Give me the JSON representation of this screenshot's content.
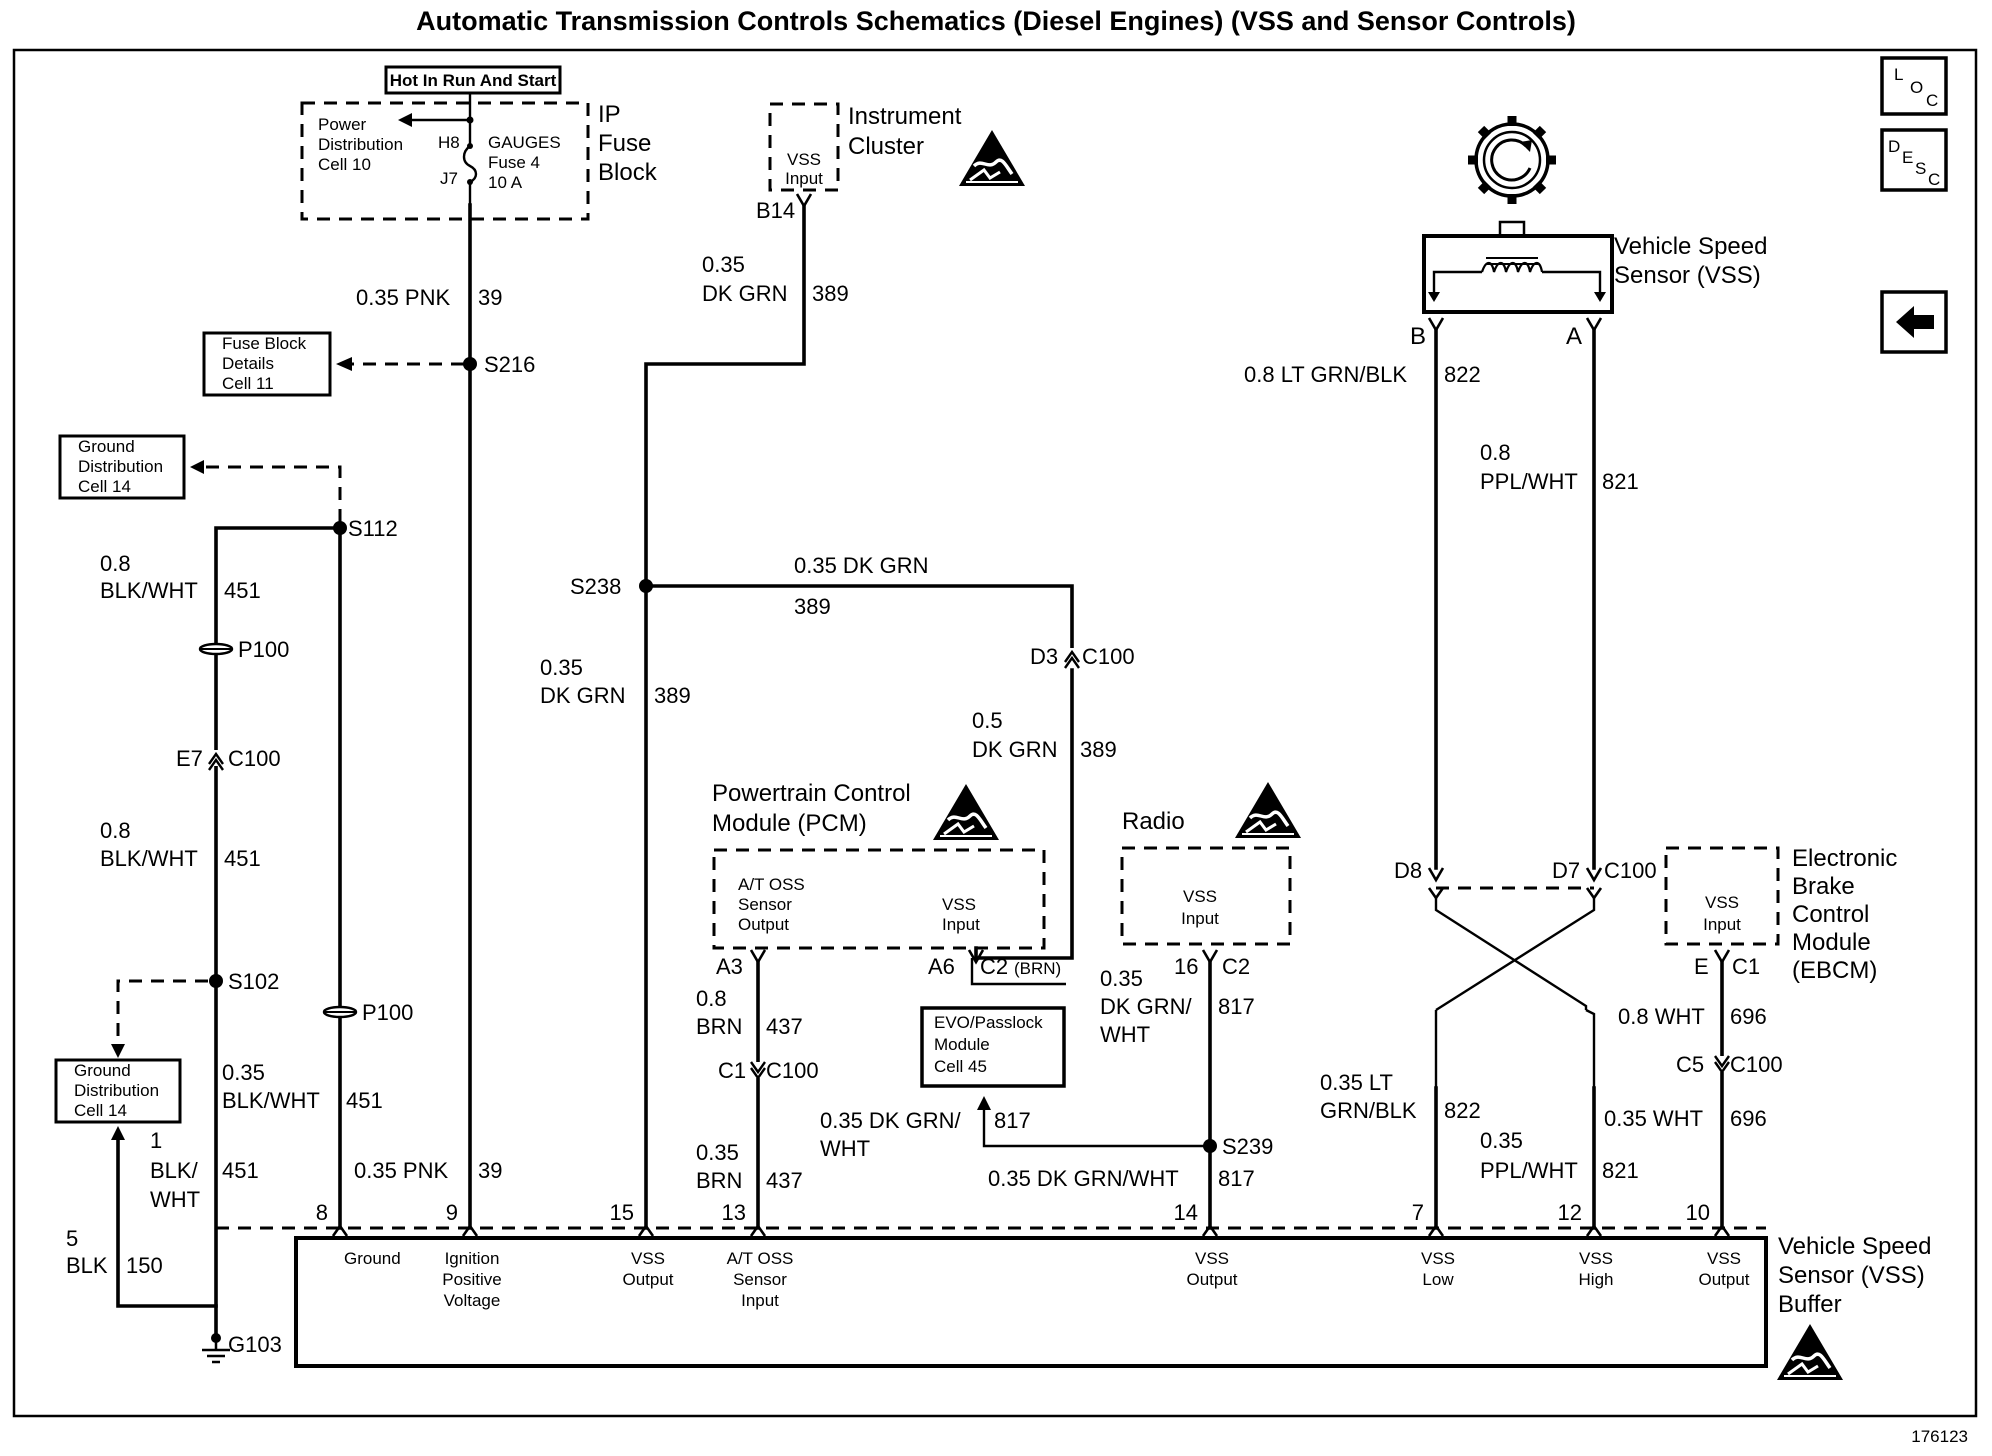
{
  "title": "Automatic Transmission Controls Schematics (Diesel Engines) (VSS and Sensor Controls)",
  "figure_number": "176123",
  "nav": {
    "loc_letters": [
      "L",
      "O",
      "C"
    ],
    "desc_letters": [
      "D",
      "E",
      "S",
      "C"
    ],
    "back_icon": "left-arrow-icon"
  },
  "fuse_block": {
    "hot_label": "Hot In Run And Start",
    "power_dist": [
      "Power",
      "Distribution",
      "Cell 10"
    ],
    "h8": "H8",
    "j7": "J7",
    "fuse": [
      "GAUGES",
      "Fuse 4",
      "10 A"
    ],
    "name": [
      "IP",
      "Fuse",
      "Block"
    ]
  },
  "cluster": {
    "inside": [
      "VSS",
      "Input"
    ],
    "name": [
      "Instrument",
      "Cluster"
    ],
    "pin": "B14"
  },
  "vss_sensor": {
    "name": [
      "Vehicle Speed",
      "Sensor (VSS)"
    ],
    "pin_b": "B",
    "pin_a": "A"
  },
  "refs": {
    "fuse_details": [
      "Fuse Block",
      "Details",
      "Cell 11"
    ],
    "ground_dist_top": [
      "Ground",
      "Distribution",
      "Cell 14"
    ],
    "ground_dist_bottom": [
      "Ground",
      "Distribution",
      "Cell 14"
    ],
    "evo": [
      "EVO/Passlock",
      "Module",
      "Cell 45"
    ]
  },
  "splices": {
    "s216": "S216",
    "s112": "S112",
    "s102": "S102",
    "s238": "S238",
    "s239": "S239"
  },
  "connectors": {
    "p100_top": "P100",
    "p100_bottom": "P100",
    "e7": "E7",
    "c100_e7": "C100",
    "d3": "D3",
    "c100_d3": "C100",
    "c1": "C1",
    "c100_c1": "C100",
    "d8": "D8",
    "d7": "D7",
    "c100_d7": "C100",
    "e": "E",
    "c1_e": "C1",
    "c5": "C5",
    "c100_c5": "C100",
    "c2_radio": "C2",
    "pin16": "16",
    "a3": "A3",
    "a6": "A6",
    "c2_pcm": "C2",
    "brn_tag": "(BRN)"
  },
  "ground": {
    "name": "G103"
  },
  "pcm": {
    "name": [
      "Powertrain Control",
      "Module (PCM)"
    ],
    "oss": [
      "A/T OSS",
      "Sensor",
      "Output"
    ],
    "vss": [
      "VSS",
      "Input"
    ]
  },
  "radio": {
    "name": "Radio",
    "inside": [
      "VSS",
      "Input"
    ]
  },
  "ebcm": {
    "name": [
      "Electronic",
      "Brake",
      "Control",
      "Module",
      "(EBCM)"
    ],
    "inside": [
      "VSS",
      "Input"
    ]
  },
  "wires": {
    "pnk_top": {
      "gauge": "0.35 PNK",
      "circuit": "39"
    },
    "pnk_bottom": {
      "gauge": "0.35 PNK",
      "circuit": "39"
    },
    "dkgrn_cluster": {
      "gauge": [
        "0.35",
        "DK GRN"
      ],
      "circuit": "389"
    },
    "dkgrn_horiz": {
      "gauge": "0.35 DK GRN",
      "circuit": "389"
    },
    "dkgrn_s238": {
      "gauge": [
        "0.35",
        "DK GRN"
      ],
      "circuit": "389"
    },
    "dkgrn_pcm": {
      "gauge": [
        "0.5",
        "DK GRN"
      ],
      "circuit": "389"
    },
    "blkwht_1": {
      "gauge": [
        "0.8",
        "BLK/WHT"
      ],
      "circuit": "451"
    },
    "blkwht_2": {
      "gauge": [
        "0.8",
        "BLK/WHT"
      ],
      "circuit": "451"
    },
    "blkwht_3": {
      "gauge": [
        "0.35",
        "BLK/WHT"
      ],
      "circuit": "451"
    },
    "blkwht_4": {
      "gauge": [
        "1",
        "BLK/",
        "WHT"
      ],
      "circuit": "451"
    },
    "blk_150": {
      "gauge": [
        "5",
        "BLK"
      ],
      "circuit": "150"
    },
    "brn_1": {
      "gauge": [
        "0.8",
        "BRN"
      ],
      "circuit": "437"
    },
    "brn_2": {
      "gauge": [
        "0.35",
        "BRN"
      ],
      "circuit": "437"
    },
    "dkgrnwht_radio": {
      "gauge": [
        "0.35",
        "DK GRN/",
        "WHT"
      ],
      "circuit": "817"
    },
    "dkgrnwht_evo": {
      "gauge": [
        "0.35 DK GRN/",
        "WHT"
      ],
      "circuit": "817"
    },
    "dkgrnwht_buf": {
      "gauge": "0.35 DK GRN/WHT",
      "circuit": "817"
    },
    "ltgrn_top": {
      "gauge": "0.8 LT GRN/BLK",
      "circuit": "822"
    },
    "ppl_top": {
      "gauge": [
        "0.8",
        "PPL/WHT"
      ],
      "circuit": "821"
    },
    "ltgrn_bottom": {
      "gauge": [
        "0.35 LT",
        "GRN/BLK"
      ],
      "circuit": "822"
    },
    "ppl_bottom": {
      "gauge": [
        "0.35",
        "PPL/WHT"
      ],
      "circuit": "821"
    },
    "wht_top": {
      "gauge": "0.8 WHT",
      "circuit": "696"
    },
    "wht_bottom": {
      "gauge": "0.35 WHT",
      "circuit": "696"
    }
  },
  "buffer": {
    "name": [
      "Vehicle Speed",
      "Sensor (VSS)",
      "Buffer"
    ],
    "pins": [
      {
        "num": "8",
        "label": [
          "Ground"
        ]
      },
      {
        "num": "9",
        "label": [
          "Ignition",
          "Positive",
          "Voltage"
        ]
      },
      {
        "num": "15",
        "label": [
          "VSS",
          "Output"
        ]
      },
      {
        "num": "13",
        "label": [
          "A/T OSS",
          "Sensor",
          "Input"
        ]
      },
      {
        "num": "14",
        "label": [
          "VSS",
          "Output"
        ]
      },
      {
        "num": "7",
        "label": [
          "VSS",
          "Low"
        ]
      },
      {
        "num": "12",
        "label": [
          "VSS",
          "High"
        ]
      },
      {
        "num": "10",
        "label": [
          "VSS",
          "Output"
        ]
      }
    ]
  }
}
